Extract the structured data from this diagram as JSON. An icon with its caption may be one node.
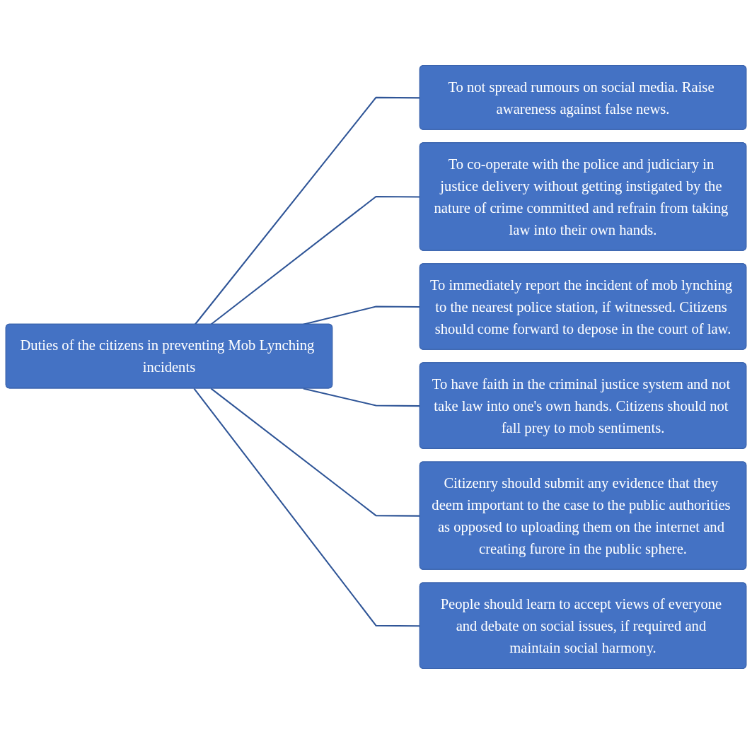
{
  "diagram": {
    "nodes": [
      {
        "text": [
          "Duties of the citizens in preventing Mob Lynching incidents"
        ]
      },
      {
        "text": [
          "To not spread rumours on social media. Raise awareness against false news."
        ]
      },
      {
        "text": [
          "To co-operate with the police and judiciary in justice delivery without getting instigated by the nature of crime committed and refrain from taking law into their own hands."
        ]
      },
      {
        "text": [
          "To immediately report the incident of mob lynching to the nearest police station, if witnessed. Citizens should come forward to depose in the court of law."
        ]
      },
      {
        "text": [
          "To have faith in the criminal justice system and not take law into one's own hands. Citizens should not fall prey to mob sentiments."
        ]
      },
      {
        "text": [
          "Citizenry should submit any evidence that they deem important to the case to the public authorities as opposed to uploading them on the internet and creating furore in the public sphere."
        ]
      },
      {
        "text": [
          "People should learn to accept views of everyone and debate on social issues, if required and maintain social harmony."
        ]
      }
    ],
    "edges": [
      {
        "from": 0,
        "to": 1,
        "arrow": "none"
      },
      {
        "from": 0,
        "to": 2,
        "arrow": "none"
      },
      {
        "from": 0,
        "to": 3,
        "arrow": "none"
      },
      {
        "from": 0,
        "to": 4,
        "arrow": "none"
      },
      {
        "from": 0,
        "to": 5,
        "arrow": "none"
      },
      {
        "from": 0,
        "to": 6,
        "arrow": "none"
      }
    ]
  }
}
